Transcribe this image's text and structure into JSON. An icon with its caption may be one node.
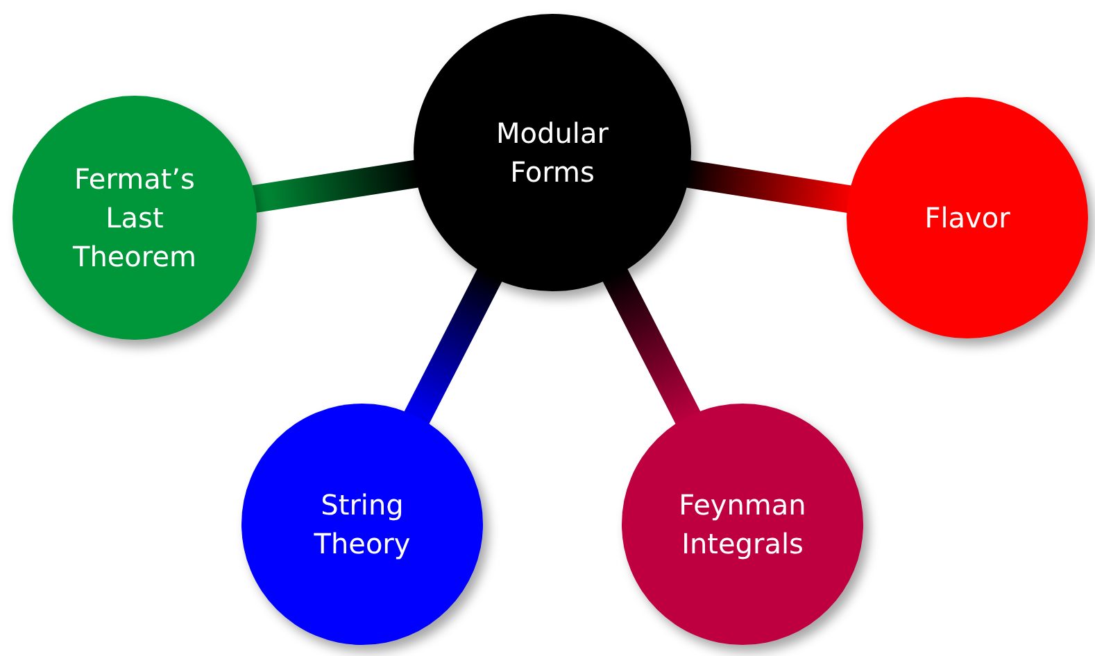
{
  "diagram": {
    "nodes": [
      {
        "text": [
          "Modular Forms"
        ]
      },
      {
        "text": [
          "Fermat’s Last Theorem"
        ]
      },
      {
        "text": [
          "Flavor"
        ]
      },
      {
        "text": [
          "String Theory"
        ]
      },
      {
        "text": [
          "Feynman Integrals"
        ]
      }
    ],
    "edges": [
      {
        "from": 0,
        "to": 1,
        "arrow": "none"
      },
      {
        "from": 0,
        "to": 2,
        "arrow": "none"
      },
      {
        "from": 0,
        "to": 3,
        "arrow": "none"
      },
      {
        "from": 0,
        "to": 4,
        "arrow": "none"
      }
    ]
  }
}
